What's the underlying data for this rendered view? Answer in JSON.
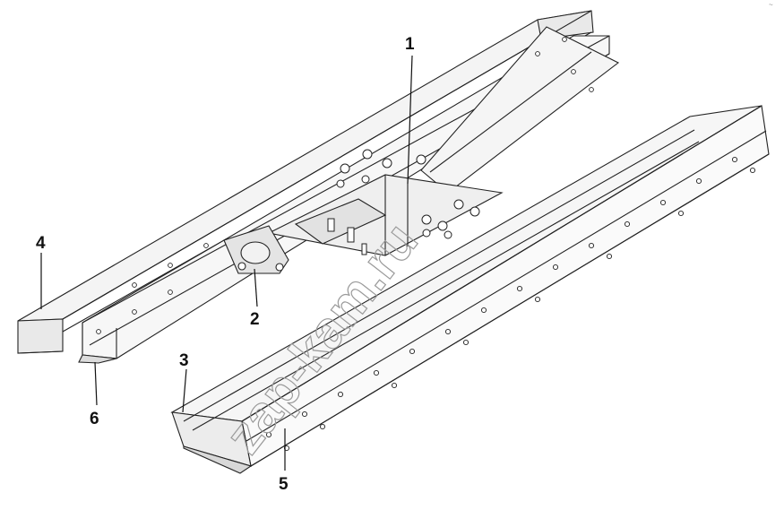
{
  "callouts": {
    "c1": "1",
    "c2": "2",
    "c3": "3",
    "c4": "4",
    "c5": "5",
    "c6": "6"
  },
  "watermark": "zap-kam.ru",
  "corner_mark": "~",
  "colors": {
    "line": "#222222",
    "fill_light": "#f4f4f4",
    "fill_mid": "#e6e6e6",
    "watermark": "#9a9a9a"
  }
}
